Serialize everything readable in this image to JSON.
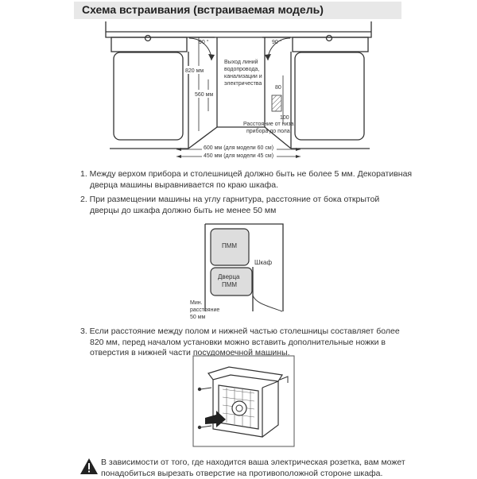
{
  "header": {
    "title": "Схема встраивания (встраиваемая модель)"
  },
  "diagram1": {
    "angle_left": "90 °",
    "angle_right": "90 °",
    "h_820": "820 мм",
    "h_560": "560 мм",
    "lines_note": [
      "Выход линий",
      "водопровода,",
      "канализации и",
      "электричества"
    ],
    "dim_80": "80",
    "dim_100": "100",
    "niche_note": [
      "Расстояние от низа",
      "прибора до пола"
    ],
    "w_600": "600 мм (для модели 60 см)",
    "w_450": "450 мм (для модели 45 см)"
  },
  "notes": {
    "n1": [
      "1. Между верхом прибора и столешницей должно быть не более 5 мм. Декоративная",
      "дверца машины выравнивается по краю шкафа."
    ],
    "n2": [
      "2. При размещении машины на углу гарнитура, расстояние от бока открытой",
      "дверцы до шкафа должно быть не менее 50 мм"
    ],
    "n3": [
      "3. Если расстояние между полом и нижней частью столешницы составляет более",
      "820 мм, перед началом установки можно вставить дополнительные ножки в",
      "отверстия в нижней части посудомоечной машины."
    ],
    "warning": [
      "В зависимости от того, где находится ваша электрическая розетка, вам может",
      "понадобиться вырезать отверстие на противоположной стороне шкафа."
    ]
  },
  "diagram2": {
    "pmm": "ПММ",
    "door": [
      "Дверца",
      "ПММ"
    ],
    "cabinet": "Шкаф",
    "min_dist": [
      "Мин.",
      "расстояние",
      "50 мм"
    ]
  }
}
